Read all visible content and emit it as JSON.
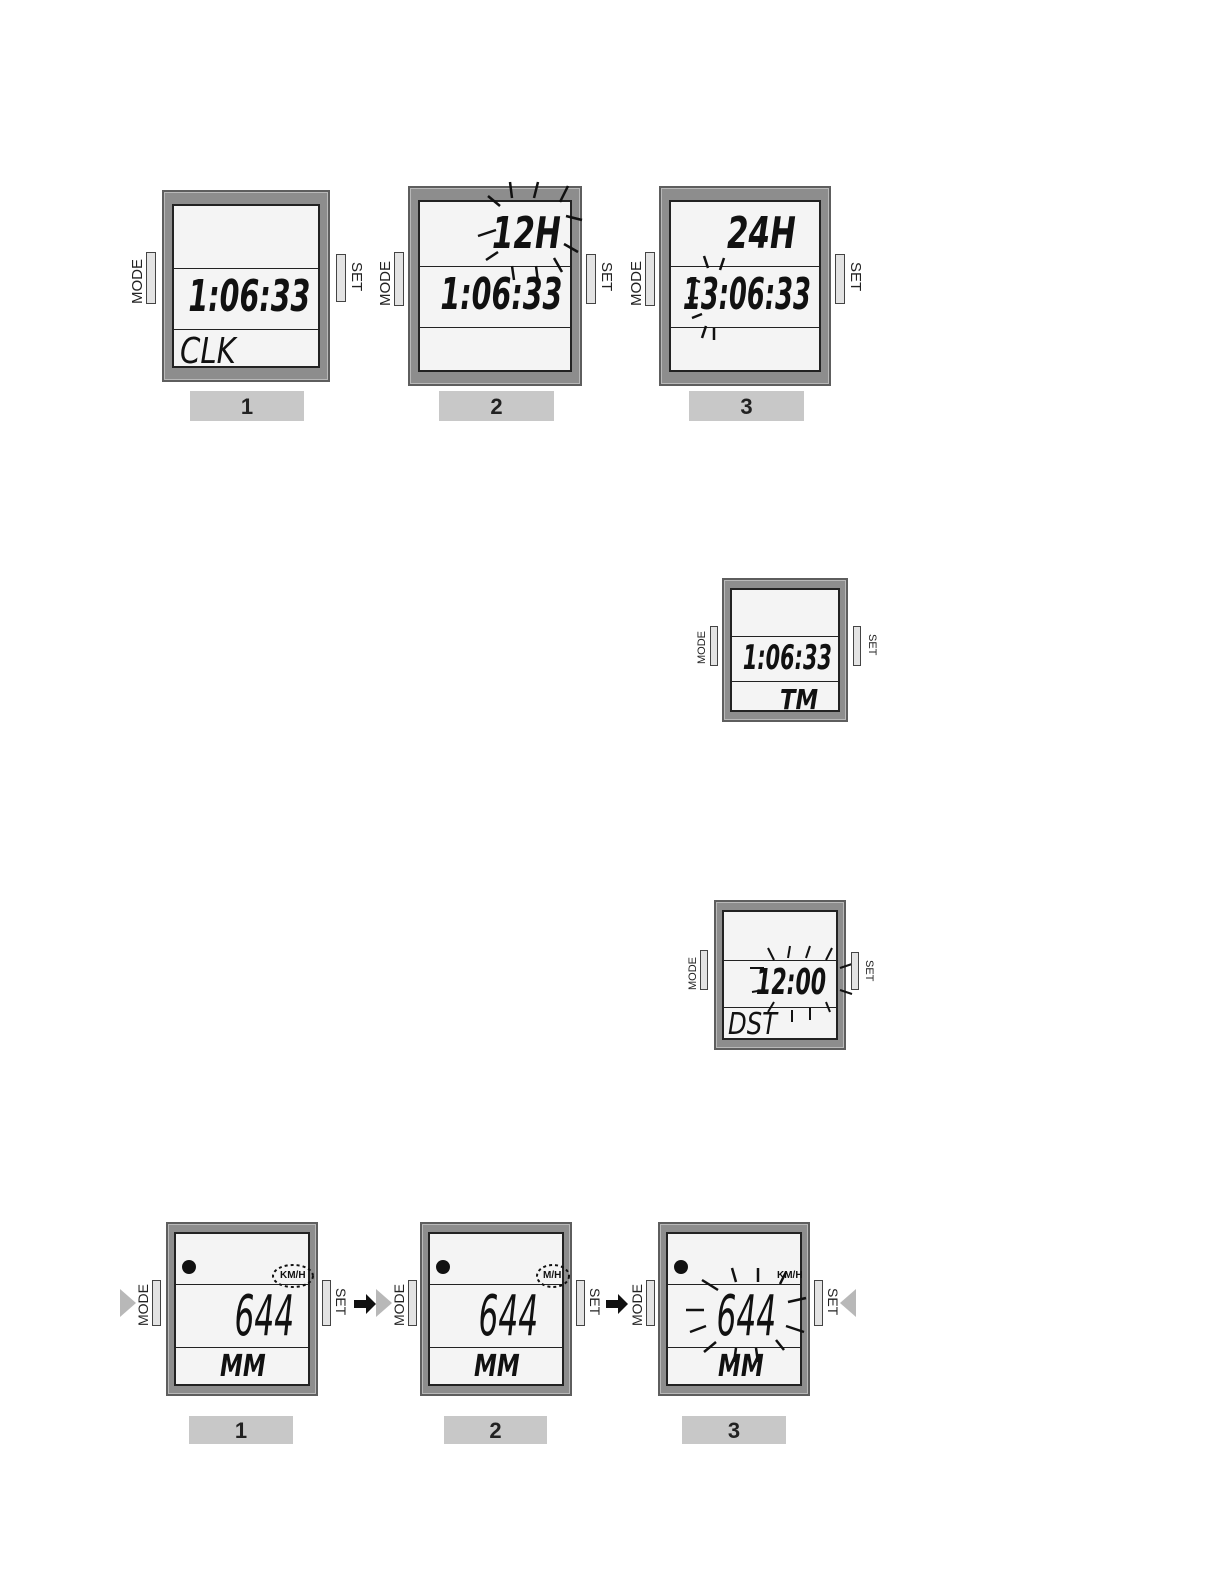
{
  "buttons": {
    "mode": "MODE",
    "set": "SET"
  },
  "clock_setting": {
    "step1": {
      "label": "1",
      "time": "1:06:33",
      "mode_text": "CLK"
    },
    "step2": {
      "label": "2",
      "format": "12H",
      "time": "1:06:33"
    },
    "step3": {
      "label": "3",
      "format": "24H",
      "time": "13:06:33"
    }
  },
  "timer_display": {
    "time": "1:06:33",
    "mode_text": "TM"
  },
  "dst_display": {
    "time": "12:00",
    "mode_text": "DST"
  },
  "unit_setting": {
    "step1": {
      "label": "1",
      "unit": "KM/H",
      "value": "644",
      "mode_text": "MM"
    },
    "step2": {
      "label": "2",
      "unit": "M/H",
      "value": "644",
      "mode_text": "MM"
    },
    "step3": {
      "label": "3",
      "unit": "KM/H",
      "value": "644",
      "mode_text": "MM"
    }
  },
  "colors": {
    "bezel": "#8d8d8d",
    "lcd": "#f4f4f4",
    "label_bar": "#c8c8c8",
    "segment": "#111111"
  }
}
